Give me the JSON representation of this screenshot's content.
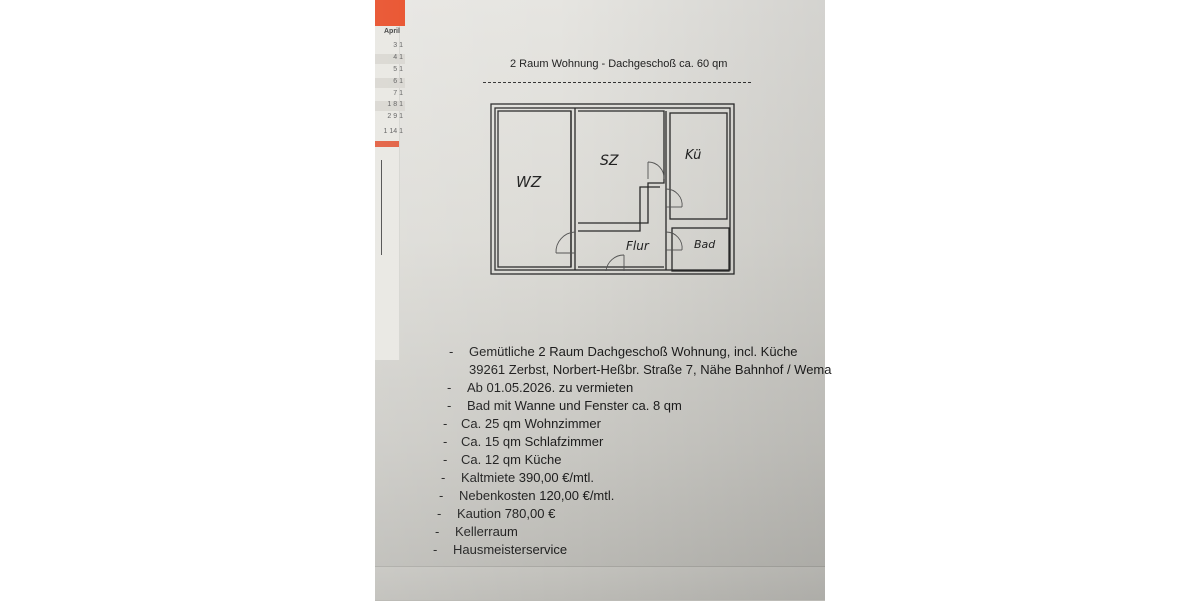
{
  "document": {
    "title": "2 Raum Wohnung - Dachgeschoß ca. 60 qm",
    "floor_plan": {
      "rooms": [
        {
          "id": "wz",
          "label": "WZ"
        },
        {
          "id": "sz",
          "label": "SZ"
        },
        {
          "id": "ku",
          "label": "Kü"
        },
        {
          "id": "flur",
          "label": "Flur"
        },
        {
          "id": "bad",
          "label": "Bad"
        }
      ]
    },
    "bullet_marker": "-",
    "items": [
      {
        "text": "Gemütliche 2 Raum Dachgeschoß Wohnung, incl. Küche"
      },
      {
        "text": "39261 Zerbst, Norbert-Heßbr. Straße 7, Nähe Bahnhof / Wema",
        "continuation": true
      },
      {
        "text": "Ab 01.05.2026.  zu vermieten"
      },
      {
        "text": "Bad mit Wanne und Fenster ca. 8 qm"
      },
      {
        "text": "Ca. 25 qm Wohnzimmer"
      },
      {
        "text": "Ca. 15 qm Schlafzimmer"
      },
      {
        "text": "Ca. 12 qm Küche"
      },
      {
        "text": "Kaltmiete 390,00 €/mtl."
      },
      {
        "text": "Nebenkosten 120,00 €/mtl."
      },
      {
        "text": "Kaution 780,00 €"
      },
      {
        "text": "Kellerraum"
      },
      {
        "text": "Hausmeisterservice"
      }
    ]
  },
  "calendar": {
    "month": "April",
    "rows": [
      "3 1",
      "4 1",
      "5 1",
      "6 1",
      "7 1",
      "1 8 1",
      "2 9 1",
      "1 14 1"
    ],
    "accent_color": "#e7461f"
  }
}
